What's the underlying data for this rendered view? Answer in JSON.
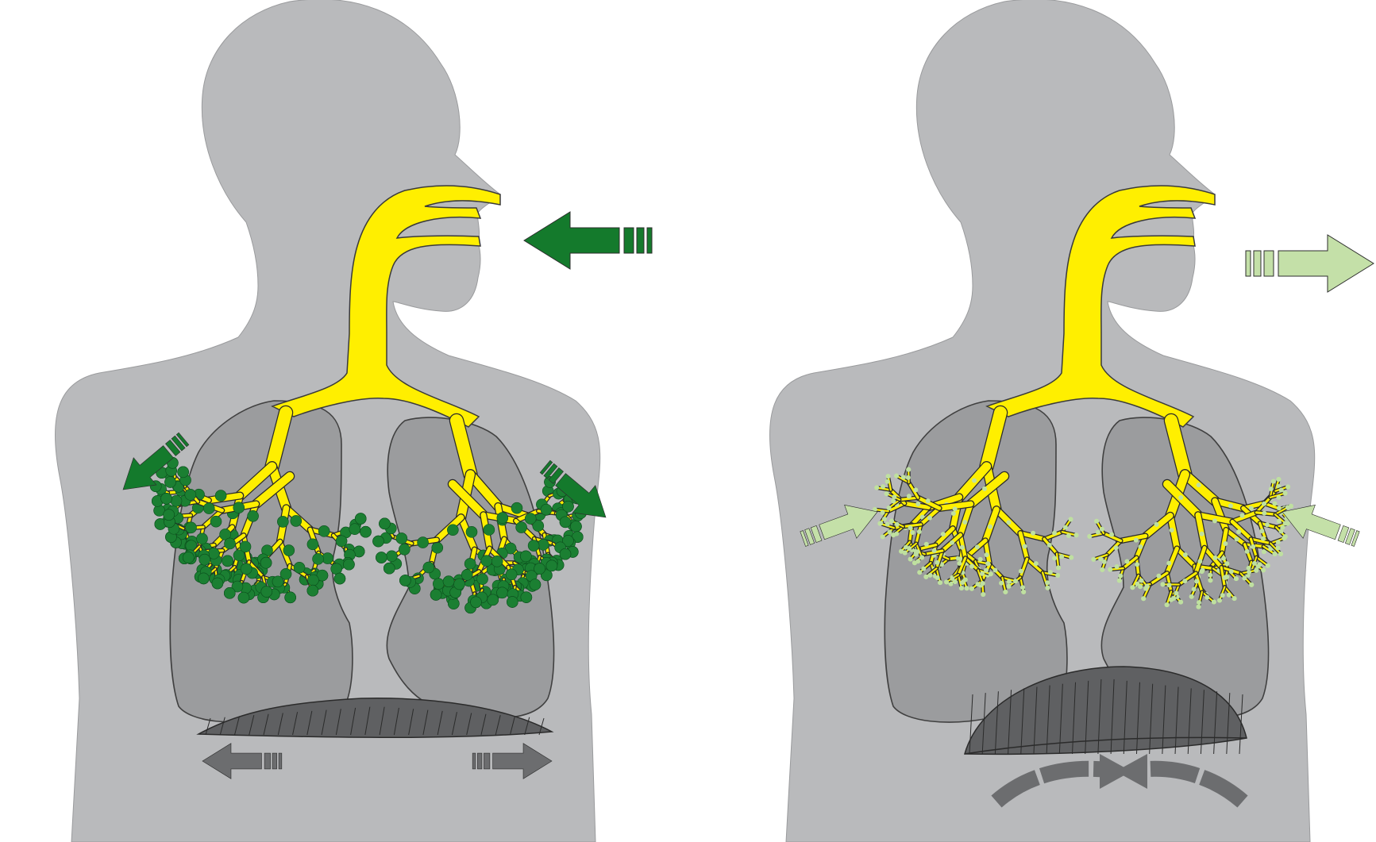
{
  "diagram": {
    "panels": [
      {
        "id": "inhalation",
        "air_flow": "inward",
        "alveoli": "inflated",
        "chest_motion": "expanding",
        "diaphragm_motion": "flattening"
      },
      {
        "id": "exhalation",
        "air_flow": "outward",
        "alveoli": "deflated",
        "chest_motion": "contracting",
        "diaphragm_motion": "rising"
      }
    ],
    "colors": {
      "body": "#b9babc",
      "airway": "#ffef00",
      "lung": "#9b9c9e",
      "lung_outline": "#404040",
      "diaphragm": "#5f6062",
      "inhale_arrow": "#147a2c",
      "exhale_arrow": "#c4e0a8",
      "muscle_arrow": "#6c6d6f",
      "alveolus_full": "#1b7f32",
      "alveolus_empty": "#bfe0a0"
    },
    "icons": [
      "body-silhouette-icon",
      "airway-icon",
      "lung-icon",
      "diaphragm-icon",
      "arrow-icon"
    ]
  }
}
